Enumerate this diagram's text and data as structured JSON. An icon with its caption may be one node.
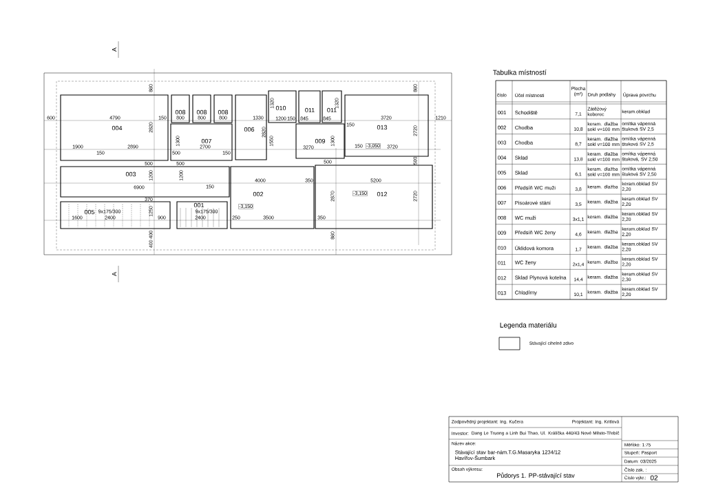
{
  "diagram": {
    "nodes": [
      {
        "text": [
          "004"
        ]
      },
      {
        "text": [
          "008"
        ]
      },
      {
        "text": [
          "008"
        ]
      },
      {
        "text": [
          "008"
        ]
      },
      {
        "text": [
          "006"
        ]
      },
      {
        "text": [
          "007"
        ]
      },
      {
        "text": [
          "003"
        ]
      },
      {
        "text": [
          "002"
        ]
      },
      {
        "text": [
          "005"
        ]
      },
      {
        "text": [
          "001"
        ]
      },
      {
        "text": [
          "010"
        ]
      },
      {
        "text": [
          "011"
        ]
      },
      {
        "text": [
          "011"
        ]
      },
      {
        "text": [
          "009"
        ]
      },
      {
        "text": [
          "013"
        ]
      },
      {
        "text": [
          "012"
        ]
      }
    ],
    "labels": [
      "A",
      "A",
      "880",
      "880",
      "1320",
      "1320",
      "600",
      "4790",
      "150",
      "800",
      "800",
      "800",
      "1330",
      "1200",
      "150",
      "845",
      "845",
      "3720",
      "1210",
      "150",
      "2820",
      "2820",
      "2720",
      "1300",
      "1550",
      "1300",
      "1900",
      "2890",
      "2700",
      "3270",
      "150",
      "-3,050",
      "3720",
      "150",
      "500",
      "150",
      "500",
      "500",
      "500",
      "500",
      "1200",
      "1200",
      "4000",
      "350",
      "5200",
      "6900",
      "150",
      "-3,150",
      "2870",
      "2720",
      "370",
      "-3,150",
      "9x175/300",
      "1250",
      "9x175/300",
      "1600",
      "2400",
      "900",
      "2400",
      "250",
      "3500",
      "350",
      "400 400",
      "880",
      "Tabulka místností",
      "číslo",
      "Účel místnosti",
      "Plocha (m²)",
      "Druh podlahy",
      "Úprava povrchu",
      "001",
      "Schodiště",
      "7,1",
      "Zátěžový koberec",
      "keram.obklad",
      "002",
      "Chodba",
      "10,8",
      "keram. dlažba sokl v=100 mm",
      "omítka vápenná štuková SV 2,5",
      "003",
      "Chodba",
      "8,7",
      "keram. dlažba sokl v=100 mm",
      "omítka vápenná štuková SV 2,5",
      "004",
      "Sklad",
      "13,8",
      "keram. dlažba sokl v=100 mm",
      "omítka vápenná štuková, SV 2,50",
      "005",
      "Sklad",
      "6,1",
      "keram. dlažba sokl v=100 mm",
      "omítka vápenná štuková SV 2,50",
      "006",
      "Předsíň WC muži",
      "3,8",
      "keram. dlažba",
      "keram.obklad SV 2,20",
      "007",
      "Pisoárové stání",
      "3,5",
      "keram. dlažba",
      "keram.obklad SV 2,20",
      "008",
      "WC muži",
      "3x1,1",
      "keram. dlažba",
      "keram.obklad SV 2,20",
      "009",
      "Předsíň WC ženy",
      "4,6",
      "keram. dlažba",
      "keram.obklad SV 2,20",
      "010",
      "Úklidová komora",
      "1,7",
      "keram. dlažba",
      "keram.obklad SV 2,20",
      "011",
      "WC ženy",
      "2x1,4",
      "keram. dlažba",
      "keram.obklad SV 2,20",
      "012",
      "Sklad Plynová kotelna",
      "14,4",
      "keram. dlažba",
      "keram.obklad SV 2,30",
      "013",
      "Chladírny",
      "10,1",
      "keram. dlažba",
      "keram.obklad SV 2,20",
      "Legenda materiálu",
      "Zodpovědný projektant: Ing. Kučera",
      "Projektant: Ing. Kritlová",
      "Investor:",
      "Dang Le Truong a Linh Bui Thao, Ul. Králíčka 440/43 Nové Město-Třebíč",
      "Název akce:",
      "Stávající stav bar-nám.T.G.Masaryka 1234/12 Havířov-Šumbark",
      "Obsah výkresu:",
      "Půdorys 1. PP-stávající stav",
      "Měřítko: 1:75",
      "Stupeň: Pasport",
      "Datum: 03/2025",
      "Číslo zak. :",
      "Číslo výkr.:",
      "02"
    ],
    "legend": [
      {
        "text": "Stávající cihelné zdivo"
      }
    ]
  }
}
